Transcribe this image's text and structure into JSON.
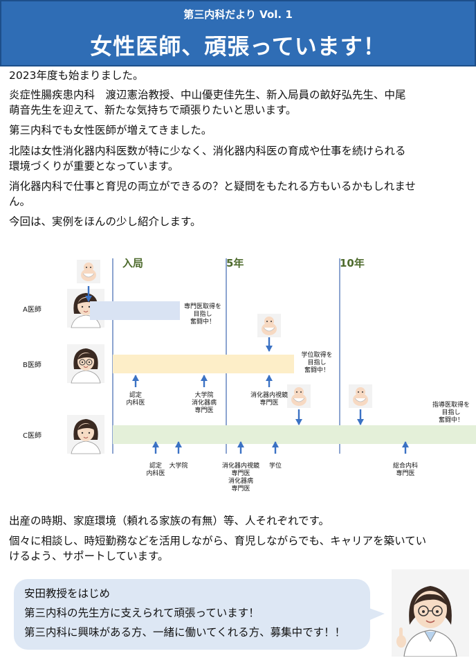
{
  "header": {
    "kicker": "第三内科だより  Vol. 1",
    "title": "女性医師、頑張っています！"
  },
  "intro": [
    "2023年度も始まりました。",
    "炎症性腸疾患内科　渡辺憲治教授、中山優吏佳先生、新入局員の畝好弘先生、中尾",
    "萌音先生を迎えて、新たな気持ちで頑張りたいと思います。",
    "第三内科でも女性医師が増えてきました。",
    "北陸は女性消化器内科医数が特に少なく、消化器内科医の育成や仕事を続けられる",
    "環境づくりが重要となっています。",
    "消化器内科で仕事と育児の両立ができるの？と疑問をもたれる方もいるかもしれませ",
    "ん。",
    "今回は、実例をほんの少し紹介します。"
  ],
  "chart_data": {
    "type": "timeline",
    "milestones": [
      "入局",
      "5年",
      "10年"
    ],
    "rows": [
      {
        "label": "A医師",
        "bar_color": "#d9e3f3",
        "bar_note": [
          "専門医取得を",
          "目指し",
          "奮闘中！"
        ],
        "events_below": []
      },
      {
        "label": "B医師",
        "bar_color": "#fdeec8",
        "bar_note": [
          "学位取得を",
          "目指し",
          "奮闘中！"
        ],
        "events_below": [
          [
            "認定",
            "内科医"
          ],
          [
            "大学院",
            "消化器病",
            "専門医"
          ],
          [
            "消化器内視鏡",
            "専門医"
          ]
        ]
      },
      {
        "label": "C医師",
        "bar_color": "#e4f0d9",
        "bar_note": [
          "指導医取得を",
          "目指し",
          "奮闘中！"
        ],
        "events_below": [
          [
            "認定",
            "内科医"
          ],
          [
            "大学院"
          ],
          [
            "消化器内視鏡",
            "専門医",
            "消化器病",
            "専門医"
          ],
          [
            "学位"
          ],
          [
            "総合内科",
            "専門医"
          ]
        ]
      }
    ],
    "colors": {
      "milestone": "#4d6a2c",
      "axis": "#3f68b0",
      "arrow": "#3b72c4"
    }
  },
  "outro": [
    "出産の時期、家庭環境（頼れる家族の有無）等、人それぞれです。",
    "個々に相談し、時短勤務などを活用しながら、育児しながらでも、キャリアを築いてい",
    "けるよう、サポートしています。"
  ],
  "callout": [
    "安田教授をはじめ",
    "第三内科の先生方に支えられて頑張っています！",
    "第三内科に興味がある方、一緒に働いてくれる方、募集中です！！"
  ]
}
